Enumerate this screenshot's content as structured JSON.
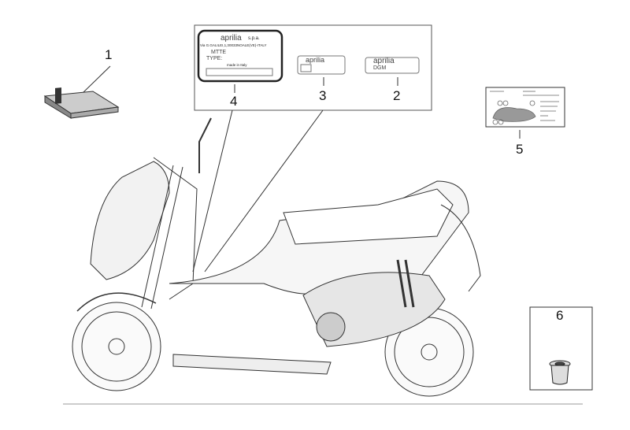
{
  "callouts": [
    "1",
    "2",
    "3",
    "4",
    "5",
    "6"
  ],
  "label4": {
    "brand": "aprilia",
    "suffix": "s.p.a.",
    "address": "Via G.GALILEI,1,30033NOALE(VE)-ITALY",
    "line1": "MTTE",
    "line2": "TYPE:",
    "made": "made in Italy"
  },
  "label3": {
    "brand": "aprilia"
  },
  "label2": {
    "brand": "aprilia",
    "code": "DGM"
  },
  "colors": {
    "line": "#333333",
    "fill": "#f4f4f4"
  }
}
